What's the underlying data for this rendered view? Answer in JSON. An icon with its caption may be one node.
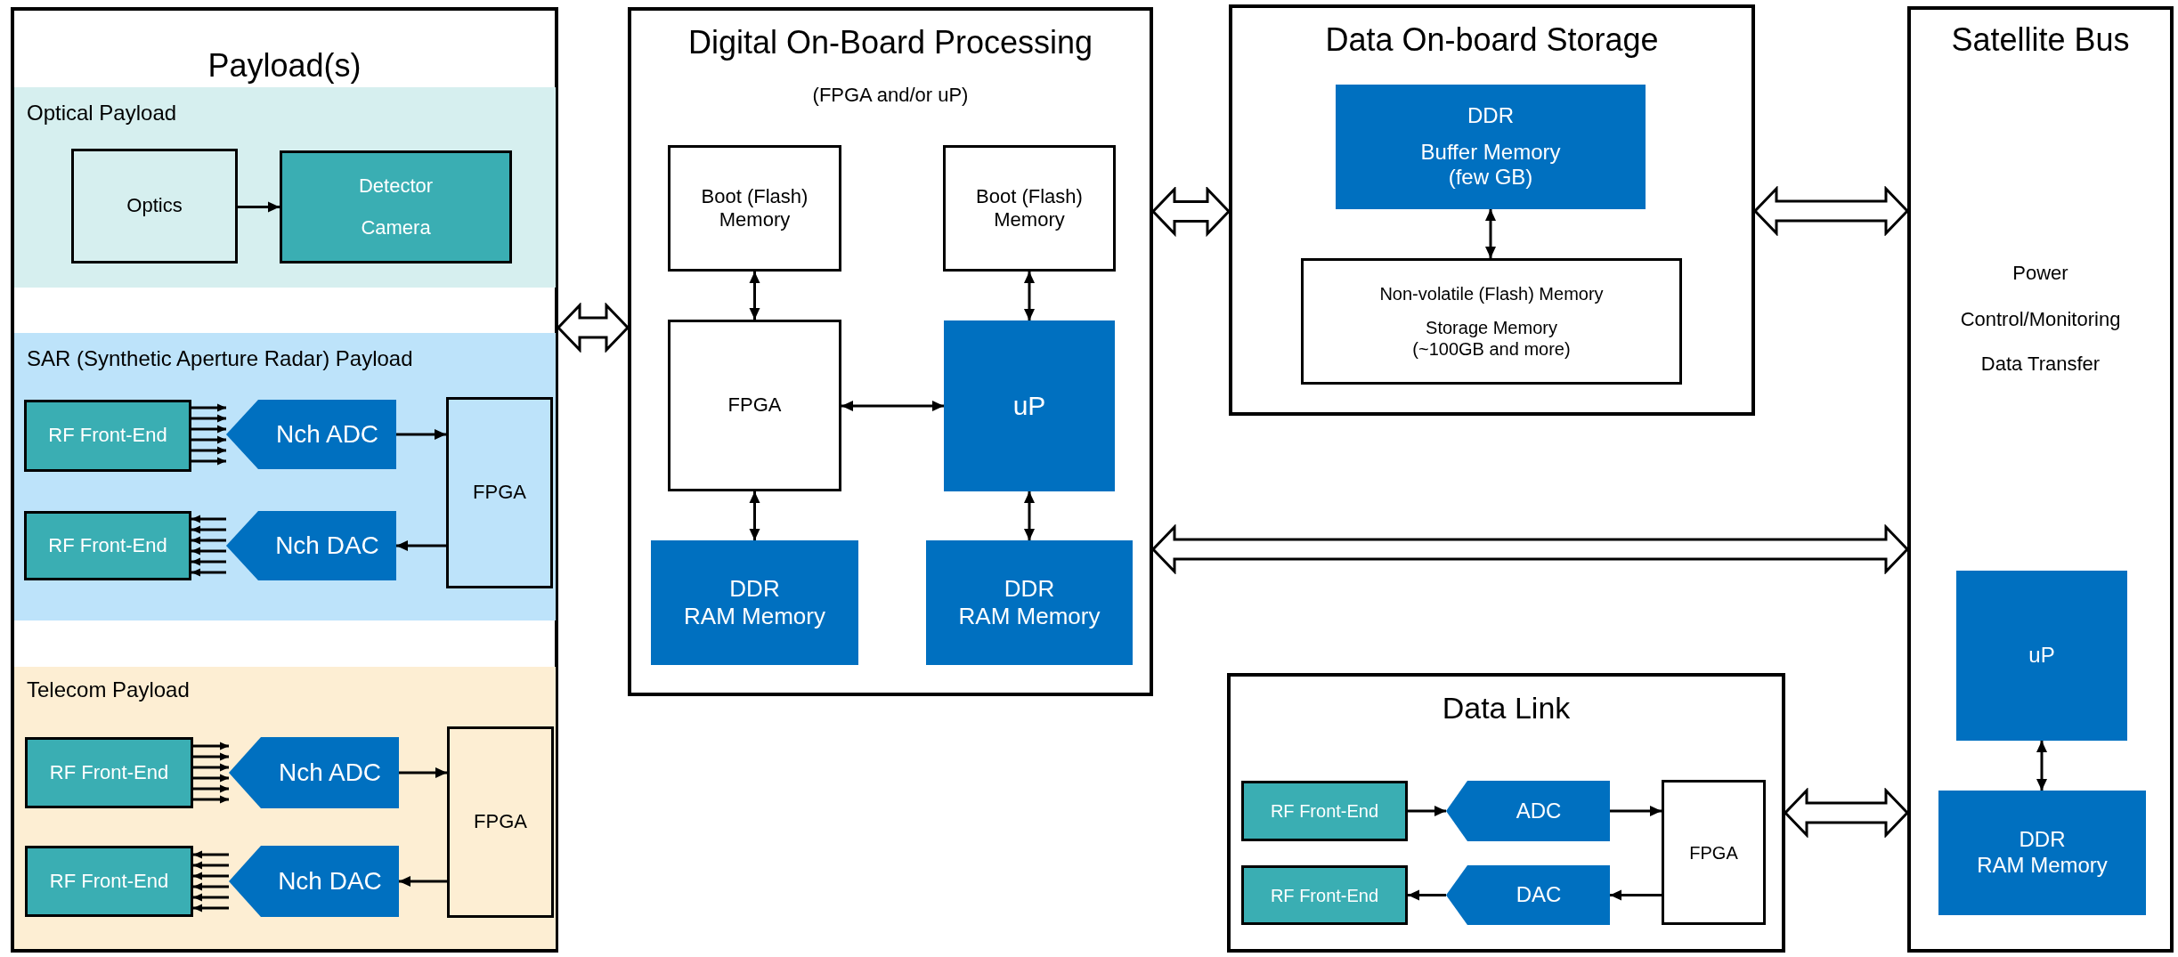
{
  "diagram": {
    "nodes": [
      {
        "text": [
          "Payload(s)"
        ]
      },
      {
        "text": [
          "Optical Payload"
        ],
        "in": 0
      },
      {
        "text": [
          "Optics"
        ],
        "in": 1
      },
      {
        "text": [
          "Detector Camera"
        ],
        "in": 1
      },
      {
        "text": [
          "SAR (Synthetic Aperture Radar) Payload"
        ],
        "in": 0
      },
      {
        "text": [
          "RF Front-End"
        ],
        "in": 4
      },
      {
        "text": [
          "Nch ADC"
        ],
        "in": 4
      },
      {
        "text": [
          "FPGA"
        ],
        "in": 4
      },
      {
        "text": [
          "RF Front-End"
        ],
        "in": 4
      },
      {
        "text": [
          "Nch DAC"
        ],
        "in": 4
      },
      {
        "text": [
          "Telecom Payload"
        ],
        "in": 0
      },
      {
        "text": [
          "RF Front-End"
        ],
        "in": 10
      },
      {
        "text": [
          "Nch ADC"
        ],
        "in": 10
      },
      {
        "text": [
          "FPGA"
        ],
        "in": 10
      },
      {
        "text": [
          "RF Front-End"
        ],
        "in": 10
      },
      {
        "text": [
          "Nch DAC"
        ],
        "in": 10
      },
      {
        "text": [
          "Digital On-Board Processing",
          "(FPGA and/or uP)"
        ]
      },
      {
        "text": [
          "Boot (Flash) Memory"
        ],
        "in": 16
      },
      {
        "text": [
          "Boot (Flash) Memory"
        ],
        "in": 16
      },
      {
        "text": [
          "FPGA"
        ],
        "in": 16
      },
      {
        "text": [
          "uP"
        ],
        "in": 16
      },
      {
        "text": [
          "DDR",
          "RAM Memory"
        ],
        "in": 16
      },
      {
        "text": [
          "DDR",
          "RAM Memory"
        ],
        "in": 16
      },
      {
        "text": [
          "Data On-board Storage"
        ]
      },
      {
        "text": [
          "DDR",
          "Buffer Memory (few GB)"
        ],
        "in": 23
      },
      {
        "text": [
          "Non-volatile (Flash) Memory",
          "Storage Memory (~100GB and more)"
        ],
        "in": 23
      },
      {
        "text": [
          "Satellite Bus",
          "Power",
          "Control/Monitoring",
          "Data Transfer"
        ]
      },
      {
        "text": [
          "uP"
        ],
        "in": 26
      },
      {
        "text": [
          "DDR",
          "RAM Memory"
        ],
        "in": 26
      },
      {
        "text": [
          "Data Link"
        ]
      },
      {
        "text": [
          "RF Front-End"
        ],
        "in": 29
      },
      {
        "text": [
          "ADC"
        ],
        "in": 29
      },
      {
        "text": [
          "FPGA"
        ],
        "in": 29
      },
      {
        "text": [
          "RF Front-End"
        ],
        "in": 29
      },
      {
        "text": [
          "DAC"
        ],
        "in": 29
      }
    ],
    "edges": [
      {
        "from": 2,
        "to": 3,
        "arrow": "to"
      },
      {
        "from": 5,
        "to": 6,
        "arrow": "to"
      },
      {
        "from": 5,
        "to": 6,
        "arrow": "to"
      },
      {
        "from": 5,
        "to": 6,
        "arrow": "to"
      },
      {
        "from": 5,
        "to": 6,
        "arrow": "to"
      },
      {
        "from": 5,
        "to": 6,
        "arrow": "to"
      },
      {
        "from": 5,
        "to": 6,
        "arrow": "to"
      },
      {
        "from": 6,
        "to": 7,
        "arrow": "to"
      },
      {
        "from": 7,
        "to": 9,
        "arrow": "to"
      },
      {
        "from": 9,
        "to": 8,
        "arrow": "to"
      },
      {
        "from": 9,
        "to": 8,
        "arrow": "to"
      },
      {
        "from": 9,
        "to": 8,
        "arrow": "to"
      },
      {
        "from": 9,
        "to": 8,
        "arrow": "to"
      },
      {
        "from": 9,
        "to": 8,
        "arrow": "to"
      },
      {
        "from": 9,
        "to": 8,
        "arrow": "to"
      },
      {
        "from": 11,
        "to": 12,
        "arrow": "to"
      },
      {
        "from": 11,
        "to": 12,
        "arrow": "to"
      },
      {
        "from": 11,
        "to": 12,
        "arrow": "to"
      },
      {
        "from": 11,
        "to": 12,
        "arrow": "to"
      },
      {
        "from": 11,
        "to": 12,
        "arrow": "to"
      },
      {
        "from": 11,
        "to": 12,
        "arrow": "to"
      },
      {
        "from": 12,
        "to": 13,
        "arrow": "to"
      },
      {
        "from": 13,
        "to": 15,
        "arrow": "to"
      },
      {
        "from": 15,
        "to": 14,
        "arrow": "to"
      },
      {
        "from": 15,
        "to": 14,
        "arrow": "to"
      },
      {
        "from": 15,
        "to": 14,
        "arrow": "to"
      },
      {
        "from": 15,
        "to": 14,
        "arrow": "to"
      },
      {
        "from": 15,
        "to": 14,
        "arrow": "to"
      },
      {
        "from": 15,
        "to": 14,
        "arrow": "to"
      },
      {
        "from": 0,
        "to": 16,
        "arrow": "both",
        "style": "thick"
      },
      {
        "from": 16,
        "to": 23,
        "arrow": "both",
        "style": "thick"
      },
      {
        "from": 23,
        "to": 26,
        "arrow": "both",
        "style": "thick"
      },
      {
        "from": 16,
        "to": 26,
        "arrow": "both",
        "style": "thick"
      },
      {
        "from": 29,
        "to": 26,
        "arrow": "both",
        "style": "thick"
      },
      {
        "from": 17,
        "to": 19,
        "arrow": "both"
      },
      {
        "from": 18,
        "to": 20,
        "arrow": "both"
      },
      {
        "from": 19,
        "to": 20,
        "arrow": "both"
      },
      {
        "from": 19,
        "to": 21,
        "arrow": "both"
      },
      {
        "from": 20,
        "to": 22,
        "arrow": "both"
      },
      {
        "from": 24,
        "to": 25,
        "arrow": "both"
      },
      {
        "from": 27,
        "to": 28,
        "arrow": "both"
      },
      {
        "from": 30,
        "to": 31,
        "arrow": "to"
      },
      {
        "from": 31,
        "to": 32,
        "arrow": "to"
      },
      {
        "from": 32,
        "to": 34,
        "arrow": "to"
      },
      {
        "from": 34,
        "to": 33,
        "arrow": "to"
      }
    ]
  }
}
